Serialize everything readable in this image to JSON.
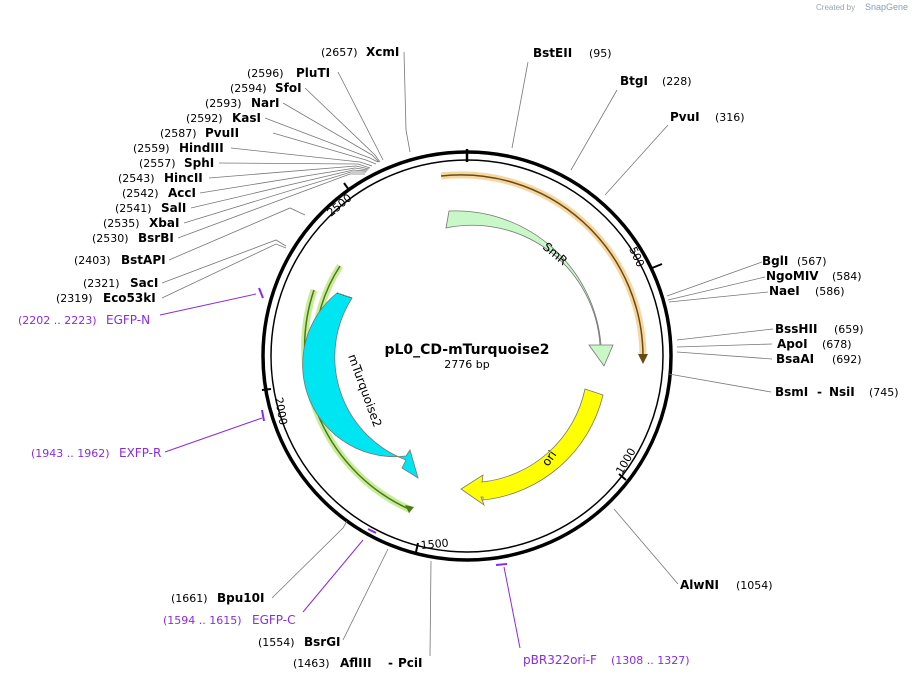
{
  "credit": {
    "text": "Created by",
    "brand": "SnapGene"
  },
  "plasmid": {
    "name": "pL0_CD-mTurquoise2",
    "size": "2776 bp"
  },
  "ticks": [
    "500",
    "1000",
    "1500",
    "2000",
    "2500"
  ],
  "features": {
    "smr": "SmR",
    "ori": "ori",
    "mturquoise": "mTurquoise2"
  },
  "sites": [
    {
      "name": "XcmI",
      "pos": "(2657)"
    },
    {
      "name": "BstEII",
      "pos": "(95)"
    },
    {
      "name": "PluTI",
      "pos": "(2596)"
    },
    {
      "name": "BtgI",
      "pos": "(228)"
    },
    {
      "name": "SfoI",
      "pos": "(2594)"
    },
    {
      "name": "NarI",
      "pos": "(2593)"
    },
    {
      "name": "PvuI",
      "pos": "(316)"
    },
    {
      "name": "KasI",
      "pos": "(2592)"
    },
    {
      "name": "PvuII",
      "pos": "(2587)"
    },
    {
      "name": "HindIII",
      "pos": "(2559)"
    },
    {
      "name": "SphI",
      "pos": "(2557)"
    },
    {
      "name": "HincII",
      "pos": "(2543)"
    },
    {
      "name": "AccI",
      "pos": "(2542)"
    },
    {
      "name": "SalI",
      "pos": "(2541)"
    },
    {
      "name": "XbaI",
      "pos": "(2535)"
    },
    {
      "name": "BsrBI",
      "pos": "(2530)"
    },
    {
      "name": "BstAPI",
      "pos": "(2403)"
    },
    {
      "name": "BglI",
      "pos": "(567)"
    },
    {
      "name": "NgoMIV",
      "pos": "(584)"
    },
    {
      "name": "SacI",
      "pos": "(2321)"
    },
    {
      "name": "NaeI",
      "pos": "(586)"
    },
    {
      "name": "Eco53kI",
      "pos": "(2319)"
    },
    {
      "name": "BssHII",
      "pos": "(659)"
    },
    {
      "name": "ApoI",
      "pos": "(678)"
    },
    {
      "name": "BsaAI",
      "pos": "(692)"
    },
    {
      "name": "BsmI",
      "name2": "NsiI",
      "pos": "(745)"
    },
    {
      "name": "AlwNI",
      "pos": "(1054)"
    },
    {
      "name": "Bpu10I",
      "pos": "(1661)"
    },
    {
      "name": "BsrGI",
      "pos": "(1554)"
    },
    {
      "name": "AflIII",
      "name2": "PciI",
      "pos": "(1463)"
    }
  ],
  "primers": [
    {
      "name": "EGFP-N",
      "pos": "(2202 .. 2223)"
    },
    {
      "name": "EXFP-R",
      "pos": "(1943 .. 1962)"
    },
    {
      "name": "EGFP-C",
      "pos": "(1594 .. 1615)"
    },
    {
      "name": "pBR322ori-F",
      "pos": "(1308 .. 1327)"
    }
  ],
  "colors": {
    "backbone": "#000000",
    "smr": "#c8f7c8",
    "ori": "#ffff00",
    "mturquoise": "#00e5f2",
    "orange_orf": "#e89a2a",
    "green_orf": "#8fd14f",
    "primer": "#8a2be2"
  }
}
